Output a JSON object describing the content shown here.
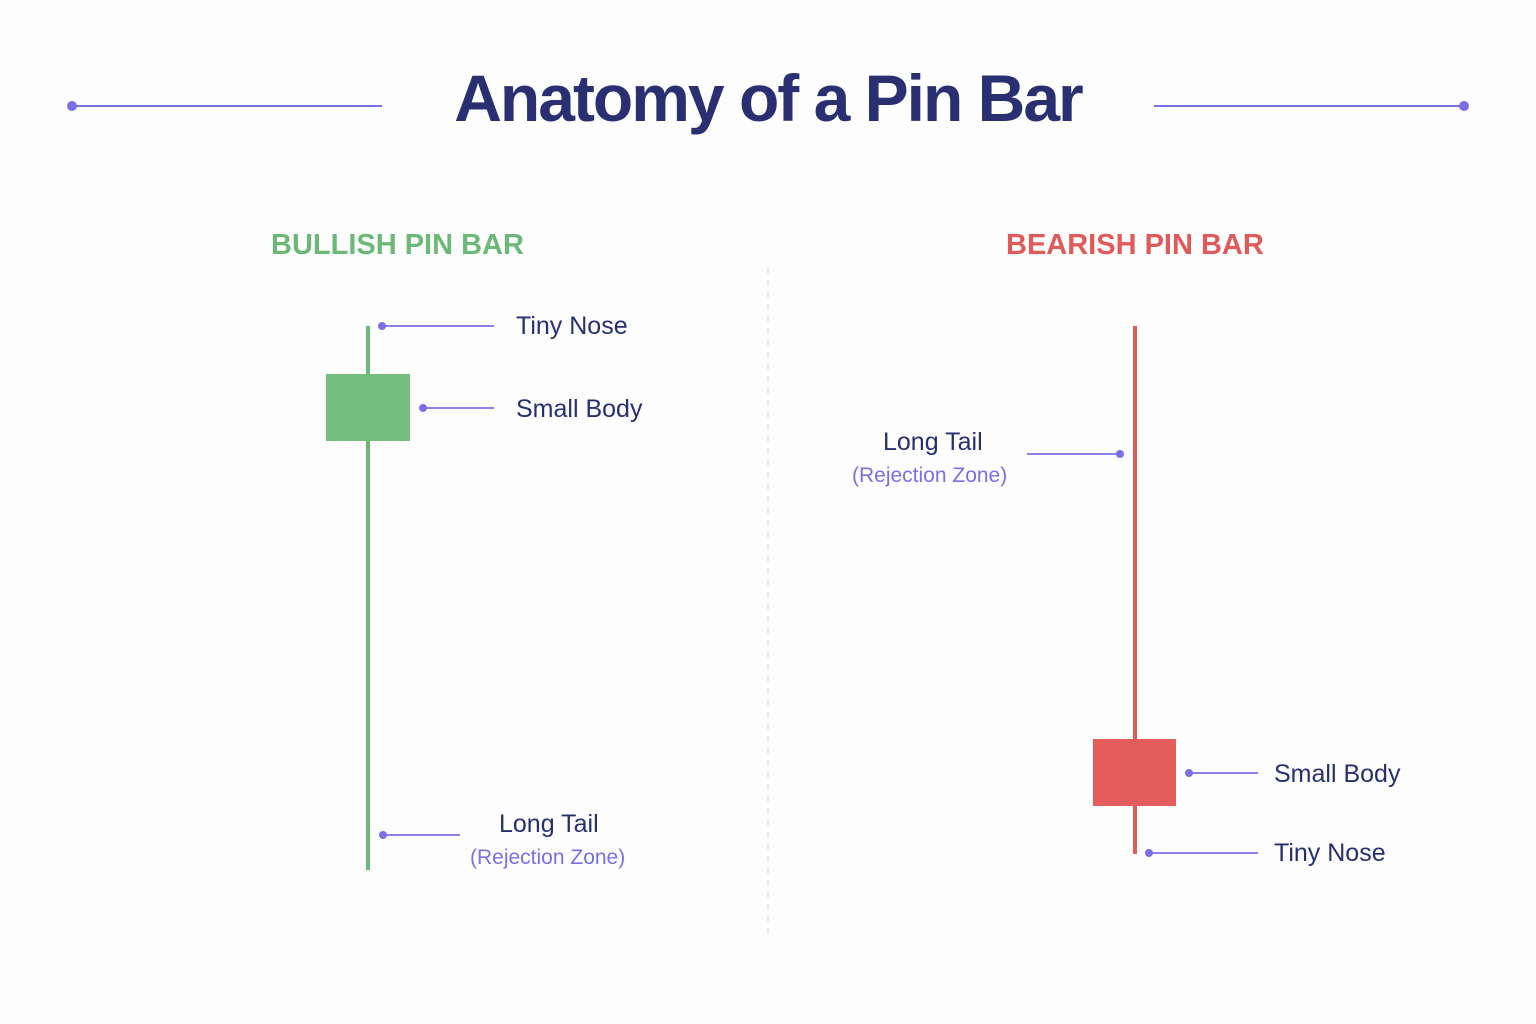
{
  "title": "Anatomy of a Pin Bar",
  "colors": {
    "title": "#2a2f72",
    "accent": "#7b6fe6",
    "bullish": "#6cb877",
    "bearish": "#e05a5a",
    "label": "#26306e",
    "divider": "#e4e4e4"
  },
  "bullish": {
    "heading": "BULLISH PIN BAR",
    "labels": {
      "tiny_nose": "Tiny Nose",
      "small_body": "Small Body",
      "long_tail": "Long Tail",
      "long_tail_sub": "(Rejection Zone)"
    }
  },
  "bearish": {
    "heading": "BEARISH PIN BAR",
    "labels": {
      "long_tail": "Long Tail",
      "long_tail_sub": "(Rejection Zone)",
      "small_body": "Small Body",
      "tiny_nose": "Tiny Nose"
    }
  }
}
